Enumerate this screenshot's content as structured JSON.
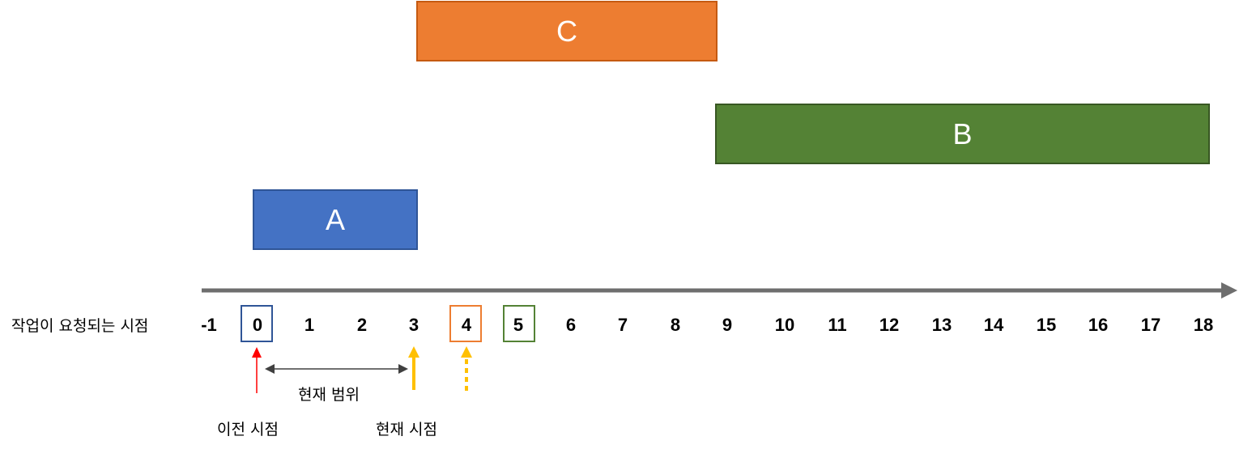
{
  "tasks": {
    "c": "C",
    "b": "B",
    "a": "A"
  },
  "axis_label": "작업이 요청되는 시점",
  "ticks": [
    "-1",
    "0",
    "1",
    "2",
    "3",
    "4",
    "5",
    "6",
    "7",
    "8",
    "9",
    "10",
    "11",
    "12",
    "13",
    "14",
    "15",
    "16",
    "17",
    "18"
  ],
  "annotations": {
    "range": "현재 범위",
    "previous": "이전 시점",
    "current": "현재 시점"
  },
  "colors": {
    "task_c": "#ED7D31",
    "task_b": "#548235",
    "task_a": "#4472C4",
    "axis": "#6E6E6E",
    "previous_marker": "#FF0000",
    "current_marker": "#FFC000"
  }
}
